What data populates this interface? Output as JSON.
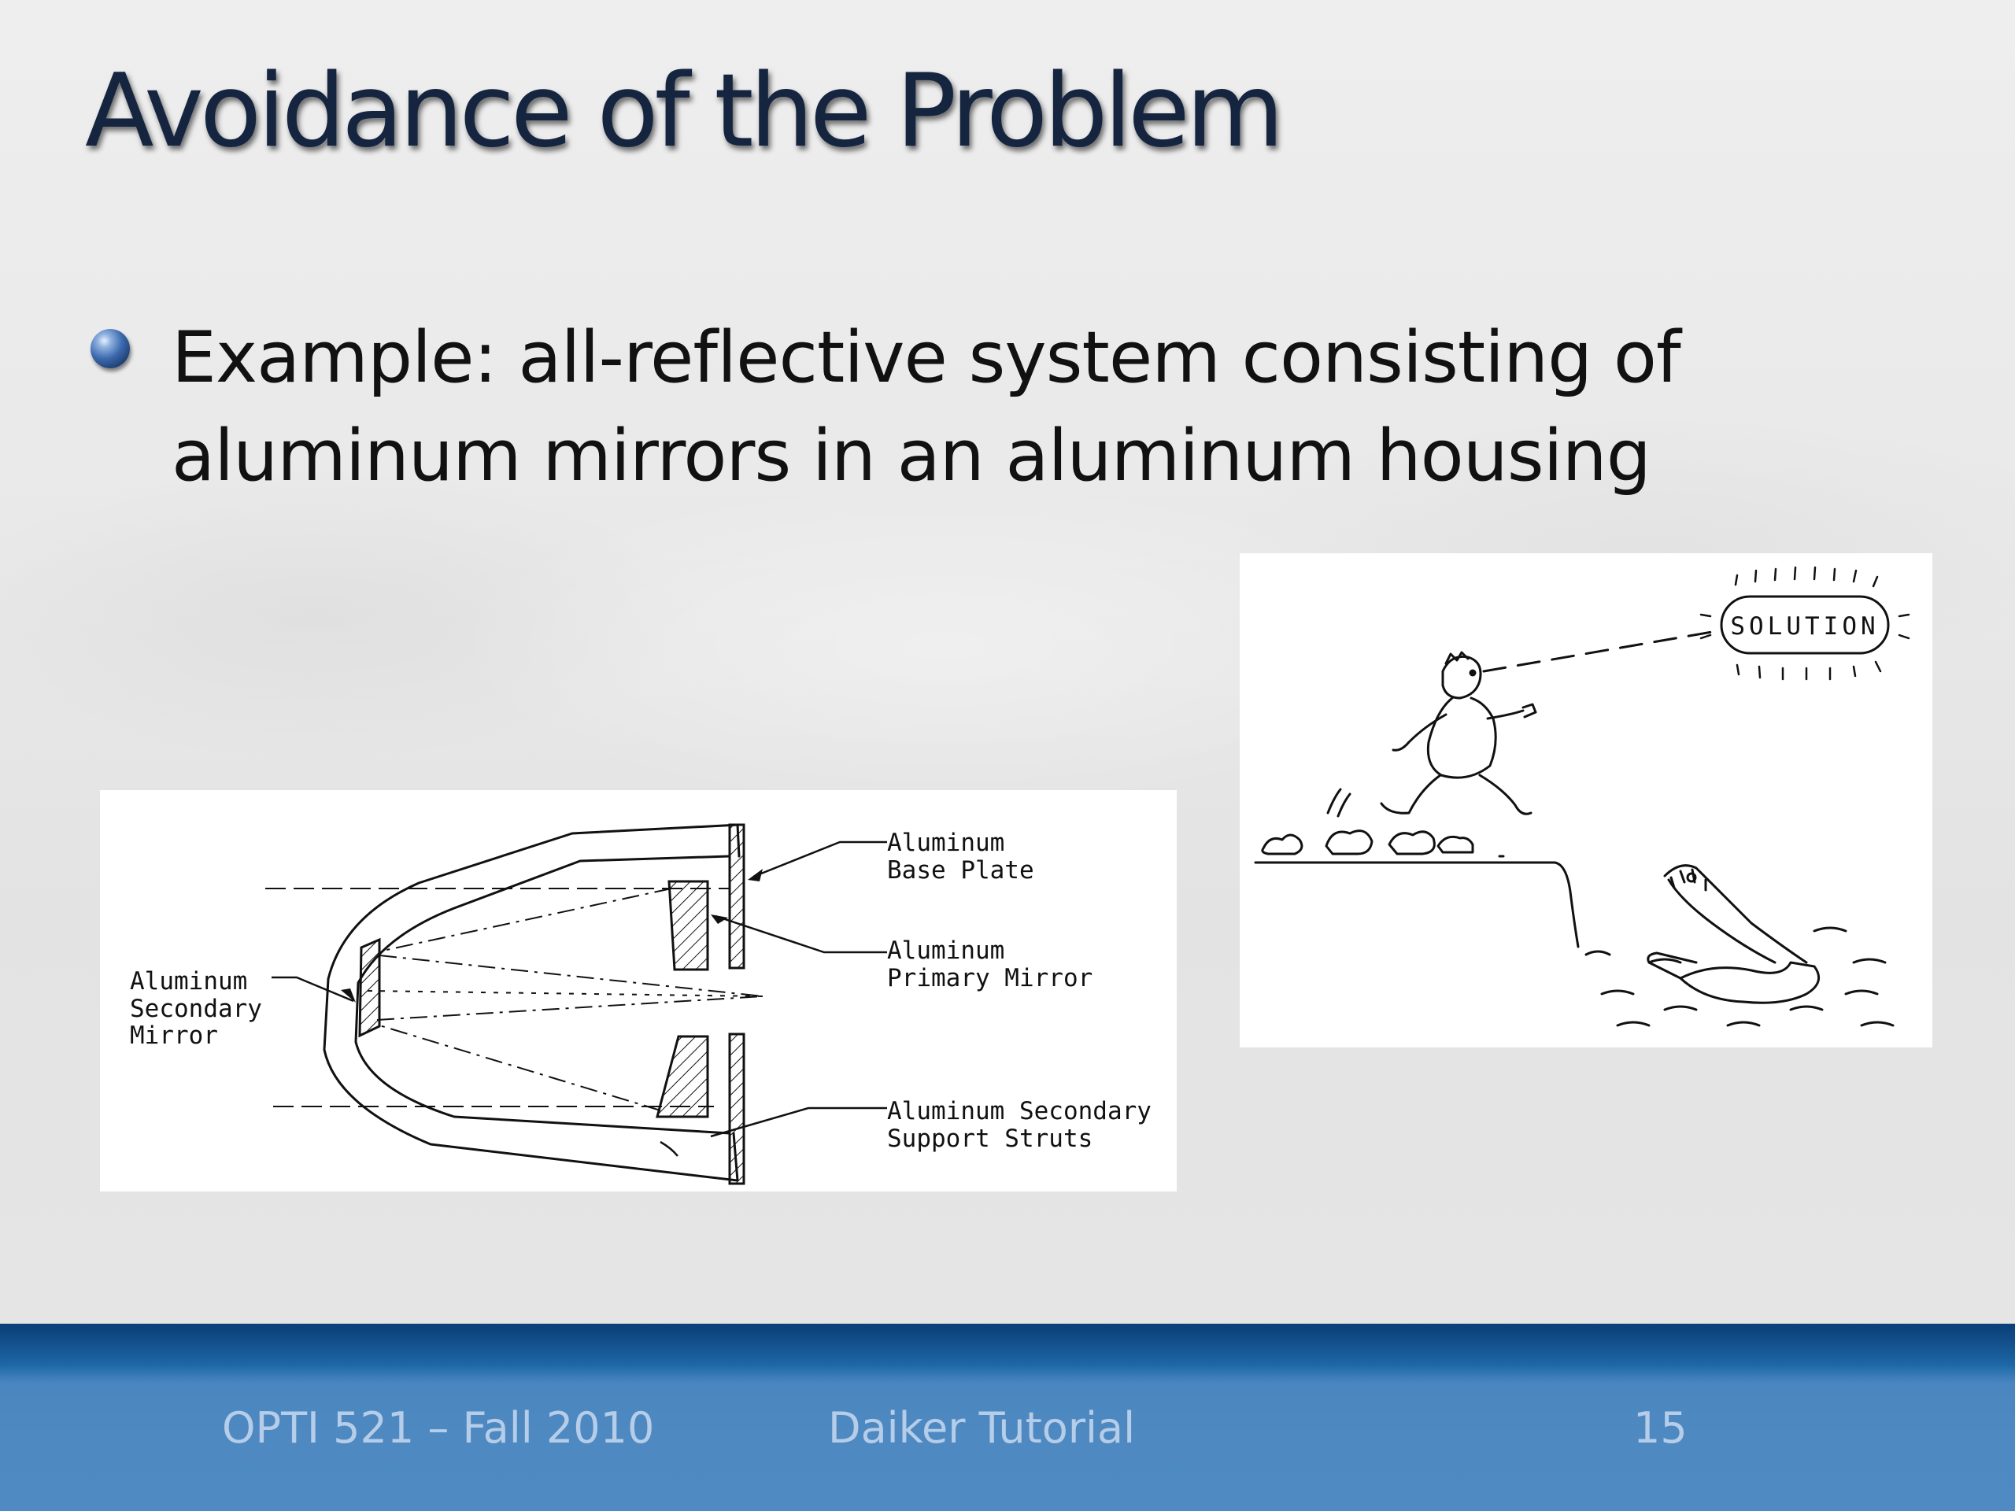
{
  "slide": {
    "title": "Avoidance of the Problem",
    "bullet": "Example: all-reflective system consisting of aluminum mirrors in an aluminum housing"
  },
  "diagram": {
    "labels": {
      "base_plate_1": "Aluminum",
      "base_plate_2": "Base Plate",
      "primary_1": "Aluminum",
      "primary_2": "Primary Mirror",
      "secondary_1": "Aluminum",
      "secondary_2": "Secondary",
      "secondary_3": "Mirror",
      "struts_1": "Aluminum Secondary",
      "struts_2": "Support Struts"
    }
  },
  "cartoon": {
    "sign": "SOLUTION"
  },
  "footer": {
    "course": "OPTI 521 – Fall 2010",
    "author": "Daiker Tutorial",
    "page": "15"
  },
  "colors": {
    "title": "#15243f",
    "footer_band": "#4f8ac3",
    "footer_text": "#b5cde8"
  }
}
